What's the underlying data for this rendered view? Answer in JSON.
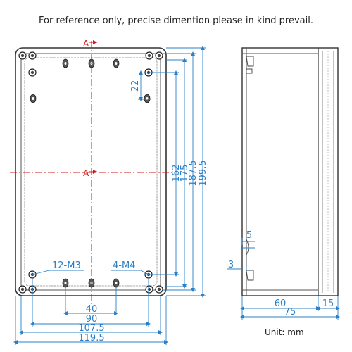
{
  "header_note": "For reference only, precise dimention please in kind prevail.",
  "unit_note": "Unit: mm",
  "section_marker": "A",
  "colors": {
    "dimension": "#2a80c8",
    "center_line": "#d01818",
    "outline": "#333333"
  },
  "dimensions": {
    "vertical_22": "22",
    "vertical_162": "162",
    "vertical_175": "175",
    "vertical_187_5": "187.5",
    "vertical_199_5": "199.5",
    "horizontal_40": "40",
    "horizontal_90": "90",
    "horizontal_107_5": "107.5",
    "horizontal_119_5": "119.5",
    "side_60": "60",
    "side_75": "75",
    "side_15": "15",
    "side_5": "5",
    "side_3": "3"
  },
  "callouts": {
    "holes_m3": "12-M3",
    "holes_m4": "4-M4"
  }
}
